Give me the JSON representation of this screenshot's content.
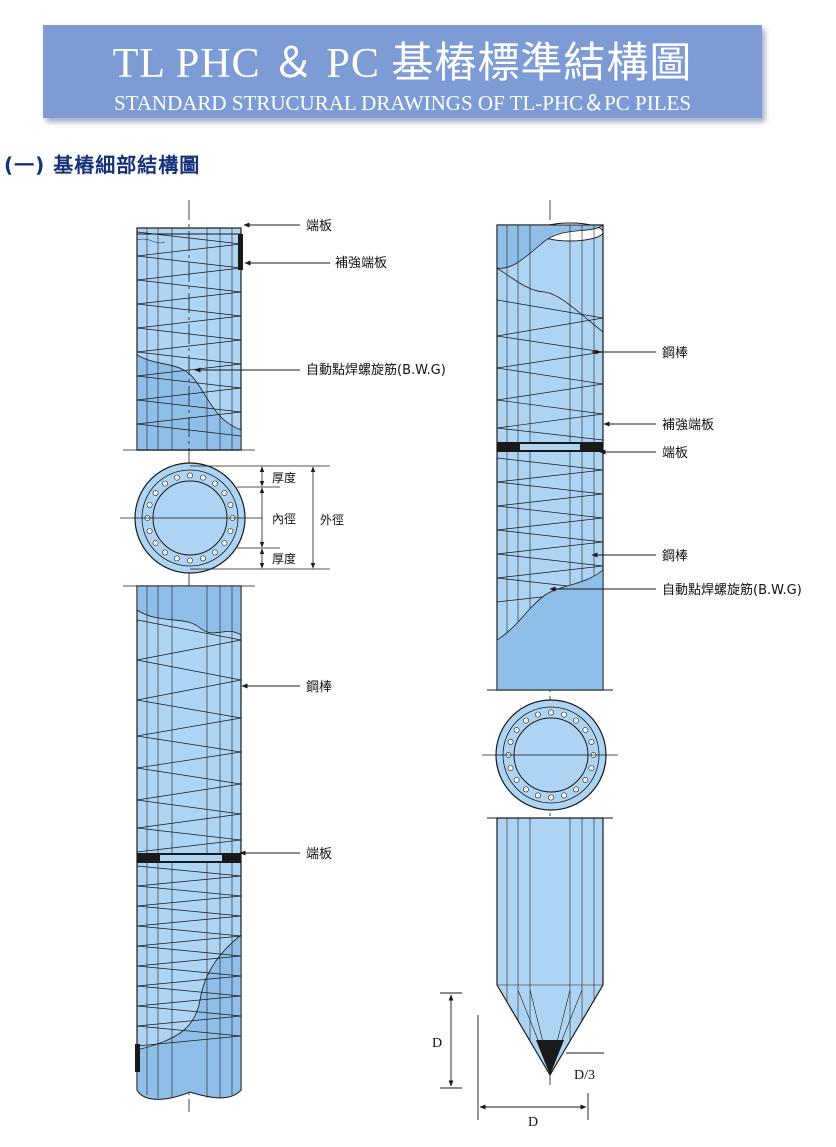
{
  "header": {
    "title": "TL PHC ＆ PC 基樁標準結構圖",
    "subtitle": "STANDARD STRUCURAL DRAWINGS OF TL-PHC＆PC PILES"
  },
  "section": {
    "heading": "(一) 基樁細部結構圖"
  },
  "left_pile": {
    "end_plate": "端板",
    "reinforcing_end_plate": "補強端板",
    "spiral": "自動點焊螺旋筋(B.W.G)",
    "thickness_top": "厚度",
    "inner_diameter": "內徑",
    "outer_diameter": "外徑",
    "thickness_bottom": "厚度",
    "steel_bar": "鋼棒",
    "end_plate_joint": "端板"
  },
  "right_pile": {
    "steel_bar_top": "鋼棒",
    "reinforcing_end_plate": "補強端板",
    "end_plate": "端板",
    "steel_bar_mid": "鋼棒",
    "spiral": "自動點焊螺旋筋(B.W.G)",
    "tip_height": "D",
    "tip_point": "D/3",
    "tip_width": "D"
  },
  "colors": {
    "banner": "#7d9cd6",
    "pile_fill": "#aed4f3",
    "pile_dark": "#8fbfe8",
    "line": "#1a1a1a",
    "heading": "#16317a"
  }
}
